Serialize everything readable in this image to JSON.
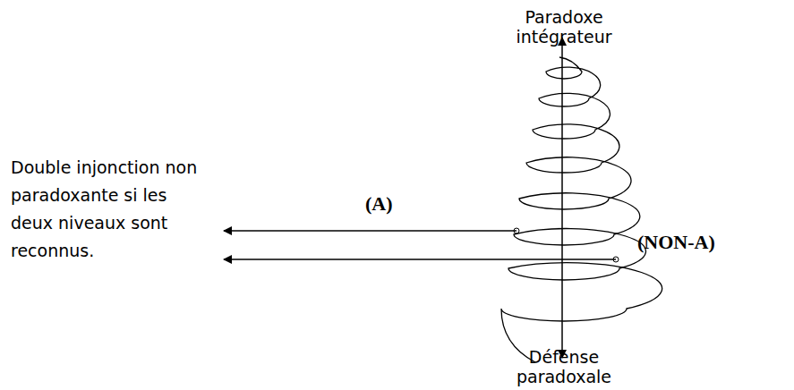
{
  "diagram": {
    "labels": [
      "Paradoxe intégrateur",
      "Double injonction non paradoxante si les deux niveaux sont reconnus.",
      "(A)",
      "(NON-A)",
      "Défense paradoxale"
    ]
  }
}
